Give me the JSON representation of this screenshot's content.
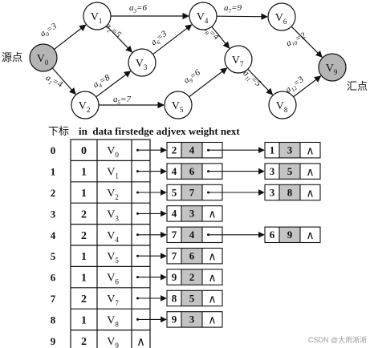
{
  "graph": {
    "source_label": "源点",
    "sink_label": "汇点",
    "vertices": [
      {
        "id": "v0",
        "main": "V",
        "sub": "0",
        "highlight": true
      },
      {
        "id": "v1",
        "main": "V",
        "sub": "1"
      },
      {
        "id": "v2",
        "main": "V",
        "sub": "2"
      },
      {
        "id": "v3",
        "main": "V",
        "sub": "3"
      },
      {
        "id": "v4",
        "main": "V",
        "sub": "4"
      },
      {
        "id": "v5",
        "main": "V",
        "sub": "5"
      },
      {
        "id": "v6",
        "main": "V",
        "sub": "6"
      },
      {
        "id": "v7",
        "main": "V",
        "sub": "7"
      },
      {
        "id": "v8",
        "main": "V",
        "sub": "8"
      },
      {
        "id": "v9",
        "main": "V",
        "sub": "9",
        "highlight": true
      }
    ],
    "edges": [
      {
        "from": "v0",
        "to": "v1",
        "main": "a",
        "sub": "0",
        "value": "=3"
      },
      {
        "from": "v0",
        "to": "v2",
        "main": "a",
        "sub": "1",
        "value": "=4"
      },
      {
        "from": "v1",
        "to": "v3",
        "main": "a",
        "sub": "2",
        "value": "=5"
      },
      {
        "from": "v1",
        "to": "v4",
        "main": "a",
        "sub": "3",
        "value": "=6"
      },
      {
        "from": "v2",
        "to": "v3",
        "main": "a",
        "sub": "4",
        "value": "=8"
      },
      {
        "from": "v2",
        "to": "v5",
        "main": "a",
        "sub": "5",
        "value": "=7"
      },
      {
        "from": "v3",
        "to": "v4",
        "main": "a",
        "sub": "6",
        "value": "=3"
      },
      {
        "from": "v4",
        "to": "v6",
        "main": "a",
        "sub": "7",
        "value": "=9"
      },
      {
        "from": "v4",
        "to": "v7",
        "main": "a",
        "sub": "8",
        "value": "=4"
      },
      {
        "from": "v5",
        "to": "v7",
        "main": "a",
        "sub": "9",
        "value": "=6"
      },
      {
        "from": "v6",
        "to": "v9",
        "main": "a",
        "sub": "10",
        "value": "=2"
      },
      {
        "from": "v7",
        "to": "v8",
        "main": "a",
        "sub": "11",
        "value": "=5"
      },
      {
        "from": "v8",
        "to": "v9",
        "main": "a",
        "sub": "12",
        "value": "=3"
      }
    ]
  },
  "table": {
    "header_index": "下标",
    "header_rest": "in  data firstedge adjvex weight next",
    "null_symbol": "∧",
    "rows": [
      {
        "index": "0",
        "in": "0",
        "main": "V",
        "sub": "0",
        "edges": [
          {
            "adjvex": "2",
            "weight": "4"
          },
          {
            "adjvex": "1",
            "weight": "3"
          }
        ]
      },
      {
        "index": "1",
        "in": "1",
        "main": "V",
        "sub": "1",
        "edges": [
          {
            "adjvex": "4",
            "weight": "6"
          },
          {
            "adjvex": "3",
            "weight": "5"
          }
        ]
      },
      {
        "index": "2",
        "in": "1",
        "main": "V",
        "sub": "2",
        "edges": [
          {
            "adjvex": "5",
            "weight": "7"
          },
          {
            "adjvex": "3",
            "weight": "8"
          }
        ]
      },
      {
        "index": "3",
        "in": "2",
        "main": "V",
        "sub": "3",
        "edges": [
          {
            "adjvex": "4",
            "weight": "3"
          }
        ]
      },
      {
        "index": "4",
        "in": "2",
        "main": "V",
        "sub": "4",
        "edges": [
          {
            "adjvex": "7",
            "weight": "4"
          },
          {
            "adjvex": "6",
            "weight": "9"
          }
        ]
      },
      {
        "index": "5",
        "in": "1",
        "main": "V",
        "sub": "5",
        "edges": [
          {
            "adjvex": "7",
            "weight": "6"
          }
        ]
      },
      {
        "index": "6",
        "in": "1",
        "main": "V",
        "sub": "6",
        "edges": [
          {
            "adjvex": "9",
            "weight": "2"
          }
        ]
      },
      {
        "index": "7",
        "in": "2",
        "main": "V",
        "sub": "7",
        "edges": [
          {
            "adjvex": "8",
            "weight": "5"
          }
        ]
      },
      {
        "index": "8",
        "in": "1",
        "main": "V",
        "sub": "8",
        "edges": [
          {
            "adjvex": "9",
            "weight": "3"
          }
        ]
      },
      {
        "index": "9",
        "in": "2",
        "main": "V",
        "sub": "9",
        "edges": []
      }
    ]
  },
  "watermark": "CSDN @大雨淅淅",
  "colors": {
    "highlight_node": "#b5b5b5",
    "weight_cell": "#c4c4c4",
    "line": "#111111"
  }
}
